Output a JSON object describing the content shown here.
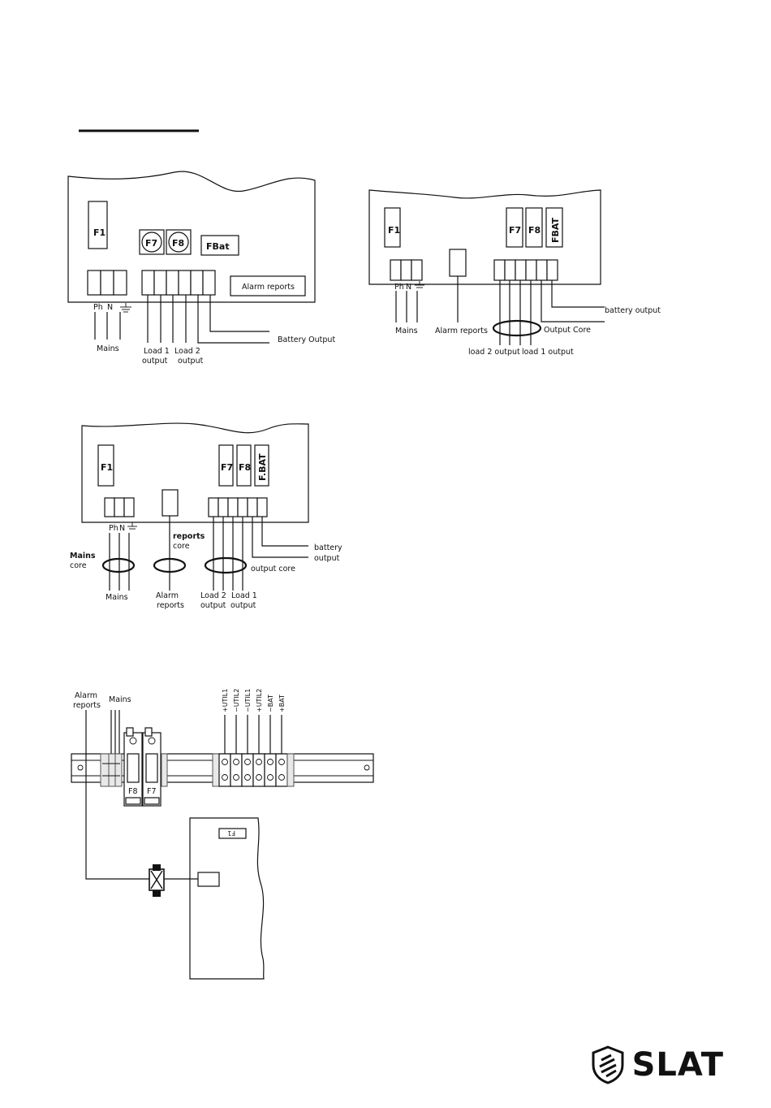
{
  "fig1": {
    "fuses": {
      "f1": "F1",
      "f7": "F7",
      "f8": "F8",
      "fbat": "FBat"
    },
    "alarm_box": "Alarm reports",
    "terminals": {
      "ph": "Ph",
      "n": "N"
    },
    "labels": {
      "mains": "Mains",
      "load1_a": "Load 1",
      "load1_b": "output",
      "load2_a": "Load 2",
      "load2_b": "output",
      "battery": "Battery Output"
    }
  },
  "fig2": {
    "fuses": {
      "f1": "F1",
      "f7": "F7",
      "f8": "F8",
      "fbat": "FBAT"
    },
    "terminals": {
      "ph": "Ph",
      "n": "N"
    },
    "labels": {
      "mains": "Mains",
      "alarm": "Alarm reports",
      "output_core": "Output Core",
      "battery": "battery output",
      "load2": "load 2 output",
      "load1": "load 1 output"
    }
  },
  "fig3": {
    "fuses": {
      "f1": "F1",
      "f7": "F7",
      "f8": "F8",
      "fbat": "F.BAT"
    },
    "terminals": {
      "ph": "Ph",
      "n": "N"
    },
    "labels": {
      "mains_core_a": "Mains",
      "mains_core_b": "core",
      "reports_core_a": "reports",
      "reports_core_b": "core",
      "mains": "Mains",
      "alarm_a": "Alarm",
      "alarm_b": "reports",
      "load2_a": "Load 2",
      "load2_b": "output",
      "load1_a": "Load 1",
      "load1_b": "output",
      "output_core": "output core",
      "battery_a": "battery",
      "battery_b": "output"
    }
  },
  "fig4": {
    "labels": {
      "alarm_a": "Alarm",
      "alarm_b": "reports",
      "mains": "Mains",
      "util1": "+UTIL1",
      "util2": "−UTIL2",
      "util3": "−UTIL1",
      "util4": "+UTIL2",
      "bat_neg": "−BAT",
      "bat_pos": "+BAT",
      "f8": "F8",
      "f7": "F7",
      "panel_fuse": "F1"
    }
  },
  "logo": {
    "text": "SLAT",
    "icon": "shield-icon"
  }
}
